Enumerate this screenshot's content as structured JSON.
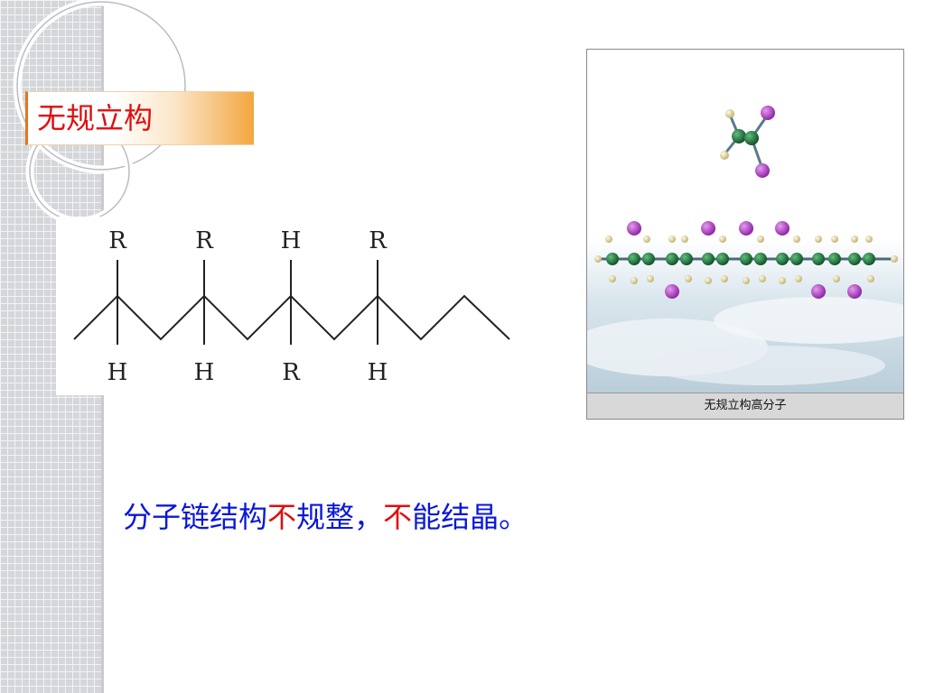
{
  "title": "无规立构",
  "structure": {
    "top_labels": [
      "R",
      "R",
      "H",
      "R"
    ],
    "bottom_labels": [
      "H",
      "H",
      "R",
      "H"
    ]
  },
  "model": {
    "caption": "无规立构高分子"
  },
  "description": {
    "part1": "分子链结构",
    "part2": "不",
    "part3": "规整，",
    "part4": "不",
    "part5": "能结晶。"
  },
  "colors": {
    "title_text": "#e10e0e",
    "description_blue": "#0a17d8",
    "description_red": "#e10e0e",
    "carbon_atom": "#1f6b3a",
    "substituent_atom": "#b43fc8",
    "hydrogen_atom": "#e8dca0"
  }
}
